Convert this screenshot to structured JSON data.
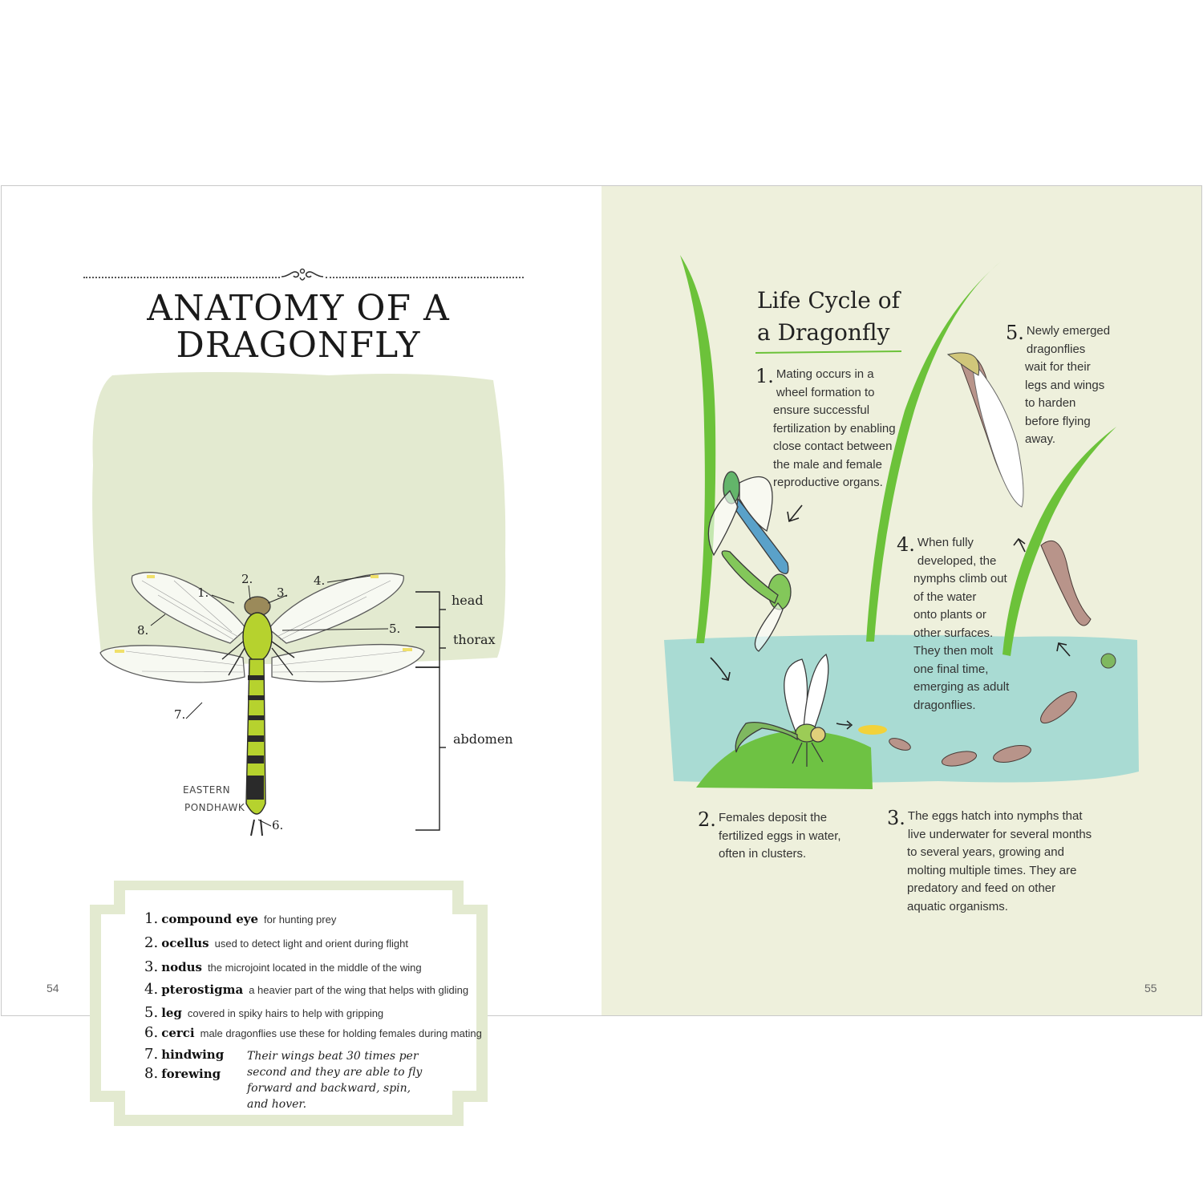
{
  "left_page": {
    "title_line1": "ANATOMY OF A",
    "title_line2": "DRAGONFLY",
    "species_line1": "EASTERN",
    "species_line2": "PONDHAWK",
    "callouts": [
      "1.",
      "2.",
      "3.",
      "4.",
      "5.",
      "6.",
      "7.",
      "8."
    ],
    "body_regions": [
      "head",
      "thorax",
      "abdomen"
    ],
    "glossary": [
      {
        "num": "1.",
        "term": "compound eye",
        "desc": "for hunting prey"
      },
      {
        "num": "2.",
        "term": "ocellus",
        "desc": "used to detect light and orient during flight"
      },
      {
        "num": "3.",
        "term": "nodus",
        "desc": "the microjoint located in the middle of the wing"
      },
      {
        "num": "4.",
        "term": "pterostigma",
        "desc": "a heavier part of the wing that helps with gliding"
      },
      {
        "num": "5.",
        "term": "leg",
        "desc": "covered in spiky hairs to help with gripping"
      },
      {
        "num": "6.",
        "term": "cerci",
        "desc": "male dragonflies use these for holding females during mating"
      },
      {
        "num": "7.",
        "term": "hindwing",
        "desc": ""
      },
      {
        "num": "8.",
        "term": "forewing",
        "desc": ""
      }
    ],
    "note": [
      "Their wings beat 30 times per",
      "second and they are able to fly",
      "forward and backward, spin,",
      "and hover."
    ],
    "page_number": "54",
    "colors": {
      "panel": "#e3ead0",
      "body_green": "#b6d22e",
      "dark": "#222222"
    }
  },
  "right_page": {
    "title_line1": "Life Cycle of",
    "title_line2": "a Dragonfly",
    "steps": [
      {
        "num": "1.",
        "lines": [
          "Mating occurs in a",
          "wheel formation to",
          "ensure successful",
          "fertilization by enabling",
          "close contact between",
          "the male and female",
          "reproductive organs."
        ]
      },
      {
        "num": "2.",
        "lines": [
          "Females deposit the",
          "fertilized eggs in water,",
          "often in clusters."
        ]
      },
      {
        "num": "3.",
        "lines": [
          "The eggs hatch into nymphs that",
          "live underwater for several months",
          "to several years, growing and",
          "molting multiple times. They are",
          "predatory and feed on other",
          "aquatic organisms."
        ]
      },
      {
        "num": "4.",
        "lines": [
          "When fully",
          "developed, the",
          "nymphs climb out",
          "of the water",
          "onto plants or",
          "other surfaces.",
          "They then molt",
          "one final time,",
          "emerging as adult",
          "dragonflies."
        ]
      },
      {
        "num": "5.",
        "lines": [
          "Newly emerged",
          "dragonflies",
          "wait for their",
          "legs and wings",
          "to harden",
          "before flying",
          "away."
        ]
      }
    ],
    "page_number": "55",
    "colors": {
      "page": "#eef0dc",
      "water": "#a9dbd3",
      "reed": "#6cc23a",
      "mound": "#6ec243"
    }
  }
}
